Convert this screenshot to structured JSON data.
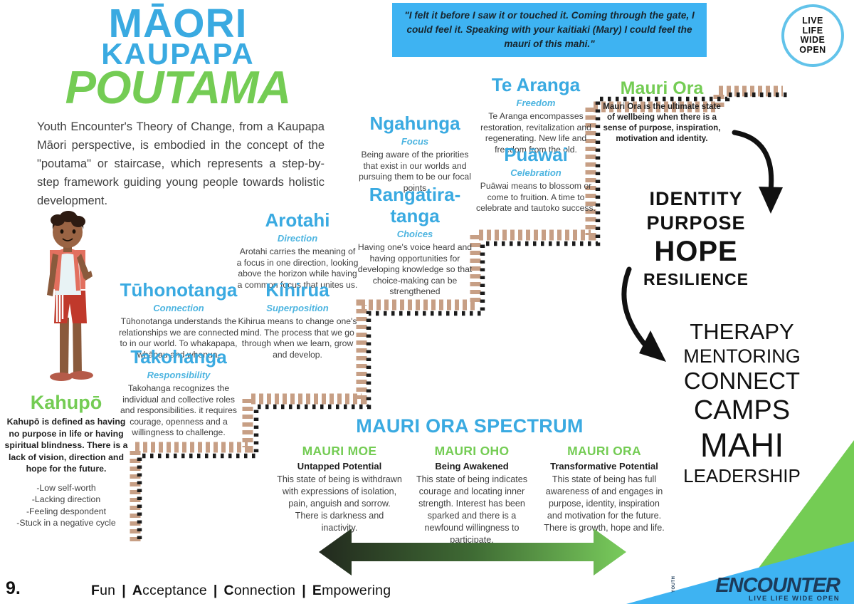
{
  "header": {
    "title_line1": "MĀORI",
    "title_line2": "KAUPAPA",
    "title_line3": "POUTAMA",
    "intro": "Youth Encounter's Theory of Change, from a Kaupapa Māori perspective, is embodied in the concept of the \"poutama\" or staircase, which represents a step-by-step framework guiding young people towards holistic development."
  },
  "quote": {
    "text": "\"I felt it before I saw it or touched it. Coming through the gate, I could feel it. Speaking with your kaitiaki (Mary) I could feel the mauri of this mahi.\""
  },
  "badge": {
    "line1": "LIVE",
    "line2": "LIFE",
    "line3": "WIDE",
    "line4": "OPEN"
  },
  "kahupo": {
    "name": "Kahupō",
    "description": "Kahupō is defined as having no purpose in life or having spiritual blindness. There is a lack of vision, direction and hope for the future.",
    "bullets": [
      "-Low self-worth",
      "-Lacking direction",
      "-Feeling despondent",
      "-Stuck in a negative cycle"
    ]
  },
  "steps": [
    {
      "name": "Tūhonotanga",
      "subtitle": "Connection",
      "description": "Tūhonotanga understands the relationships we are connected to in our world. To whakapapa, whānau and whenua."
    },
    {
      "name": "Takohanga",
      "subtitle": "Responsibility",
      "description": "Takohanga recognizes the individual and collective roles and responsibilities. it requires courage, openness and a willingness to challenge."
    },
    {
      "name": "Arotahi",
      "subtitle": "Direction",
      "description": "Arotahi carries the meaning of a focus in one direction, looking above the horizon while having a common focus that unites us."
    },
    {
      "name": "Kihirua",
      "subtitle": "Superposition",
      "description": "Kihirua means to change one's mind. The process that we go through when we learn, grow and develop."
    },
    {
      "name": "Ngahunga",
      "subtitle": "Focus",
      "description": "Being aware of the priorities that exist in our worlds and pursuing them to be our focal points"
    },
    {
      "name": "Rangatira-tanga",
      "subtitle": "Choices",
      "description": "Having one's voice heard and having opportunities for developing knowledge so that choice-making can be strengthened"
    },
    {
      "name": "Te Aranga",
      "subtitle": "Freedom",
      "description": "Te Aranga encompasses restoration, revitalization and regenerating. New life and freedom from the old."
    },
    {
      "name": "Puāwai",
      "subtitle": "Celebration",
      "description": "Puāwai means to blossom or come to fruition. A time to celebrate and tautoko success."
    }
  ],
  "mauri_ora_top": {
    "name": "Mauri Ora",
    "description": "Mauri Ora is the ultimate state of wellbeing when there is a sense of purpose, inspiration, motivation and identity."
  },
  "hand_words": [
    "IDENTITY",
    "PURPOSE",
    "HOPE",
    "RESILIENCE"
  ],
  "services": [
    "THERAPY",
    "MENTORING",
    "CONNECT",
    "CAMPS",
    "MAHI",
    "LEADERSHIP"
  ],
  "spectrum": {
    "title": "MAURI ORA SPECTRUM",
    "columns": [
      {
        "heading": "MAURI MOE",
        "subheading": "Untapped Potential",
        "description": "This state of being is withdrawn with expressions of isolation, pain, anguish and sorrow. There is darkness and inactivity."
      },
      {
        "heading": "MAURI OHO",
        "subheading": "Being Awakened",
        "description": "This state of being indicates courage and locating inner strength. Interest has been sparked and there is a newfound willingness to participate."
      },
      {
        "heading": "MAURI ORA",
        "subheading": "Transformative Potential",
        "description": "This state of being has full awareness of and engages in purpose, identity, inspiration and motivation for the future. There is growth, hope and life."
      }
    ]
  },
  "footer": {
    "page_number": "9.",
    "values": [
      "Fun",
      "Acceptance",
      "Connection",
      "Empowering"
    ],
    "separator": "|",
    "logo_prefix": "YOUTH",
    "logo_word": "ENCOUNTER",
    "logo_tagline": "LIVE LIFE WIDE OPEN"
  },
  "colors": {
    "blue": "#3aaae1",
    "green": "#74cc54",
    "quote_bg": "#3eb3f2",
    "staircase_outer": "#c49a7e",
    "staircase_inner": "#1b1b1b"
  }
}
